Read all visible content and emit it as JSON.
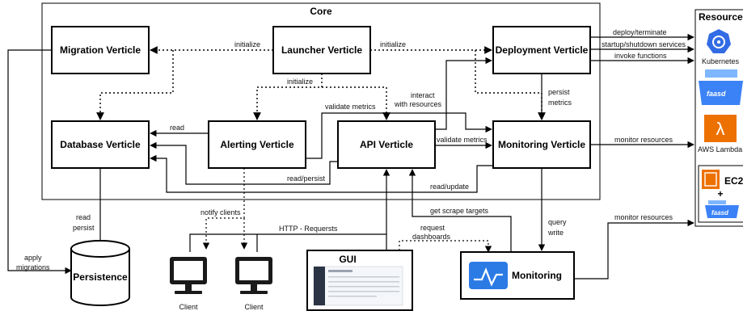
{
  "core": {
    "title": "Core"
  },
  "verticles": {
    "migration": "Migration Verticle",
    "launcher": "Launcher Verticle",
    "deployment": "Deployment Verticle",
    "database": "Database Verticle",
    "alerting": "Alerting Verticle",
    "api": "API Verticle",
    "monitoring": "Monitoring Verticle"
  },
  "external": {
    "persistence": "Persistence",
    "client1": "Client",
    "client2": "Client",
    "gui": "GUI",
    "monitoring": "Monitoring"
  },
  "resources": {
    "title": "Resources",
    "kubernetes": "Kubernetes",
    "faasd": "faasd",
    "lambda": "AWS Lambda",
    "ec2": "EC2",
    "plus": "+",
    "faasd_small": "faasd"
  },
  "edges": {
    "init_left": "initialize",
    "init_right": "initialize",
    "init_down": "initialize",
    "interact_1": "interact",
    "interact_2": "with resources",
    "persist_1": "persist",
    "persist_2": "metrics",
    "validate_top": "validate metrics",
    "validate_right": "validate metrics",
    "read": "read",
    "read_persist": "read/persist",
    "read_update": "read/update",
    "deploy": "deploy/terminate",
    "startup": "startup/shutdown services",
    "invoke": "invoke functions",
    "monitor_res_1": "monitor resources",
    "monitor_res_2": "monitor resources",
    "notify": "notify clients",
    "http": "HTTP - Requersts",
    "scrape": "get scrape targets",
    "request_1": "request",
    "request_2": "dashboards",
    "query_1": "query",
    "query_2": "write",
    "db_read_1": "read",
    "db_read_2": "persist",
    "apply_1": "apply",
    "apply_2": "migrations"
  }
}
